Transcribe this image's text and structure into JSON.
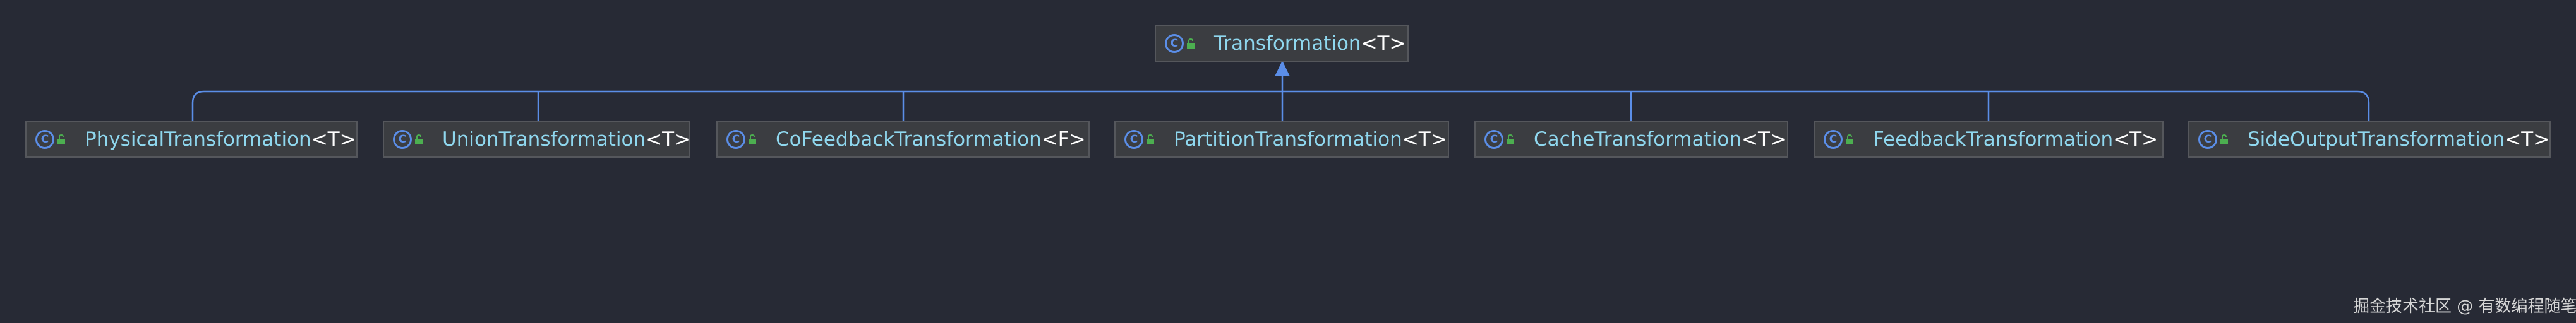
{
  "diagram": {
    "root": {
      "name": "Transformation",
      "generic": "<T>",
      "icon": "class-icon",
      "badge": "lock-icon"
    },
    "children": [
      {
        "id": "physical",
        "name": "PhysicalTransformation",
        "generic": "<T>",
        "icon": "class-icon",
        "badge": "lock-icon"
      },
      {
        "id": "union",
        "name": "UnionTransformation",
        "generic": "<T>",
        "icon": "class-icon",
        "badge": "lock-icon"
      },
      {
        "id": "cofeedback",
        "name": "CoFeedbackTransformation",
        "generic": "<F>",
        "icon": "class-icon",
        "badge": "lock-icon"
      },
      {
        "id": "partition",
        "name": "PartitionTransformation",
        "generic": "<T>",
        "icon": "class-icon",
        "badge": "lock-icon"
      },
      {
        "id": "cache",
        "name": "CacheTransformation",
        "generic": "<T>",
        "icon": "class-icon",
        "badge": "lock-icon"
      },
      {
        "id": "feedback",
        "name": "FeedbackTransformation",
        "generic": "<T>",
        "icon": "class-icon",
        "badge": "lock-icon"
      },
      {
        "id": "sideoutput",
        "name": "SideOutputTransformation",
        "generic": "<T>",
        "icon": "class-icon",
        "badge": "lock-icon"
      }
    ],
    "relation": "extends"
  },
  "colors": {
    "background": "#272a35",
    "node_fill": "#3b3d41",
    "node_border": "#55575c",
    "class_name": "#8fd7ee",
    "edge": "#5b8ee8",
    "class_icon": "#5b8ee8",
    "lock_icon": "#4caf50"
  },
  "watermark": "掘金技术社区 @ 有数编程随笔"
}
